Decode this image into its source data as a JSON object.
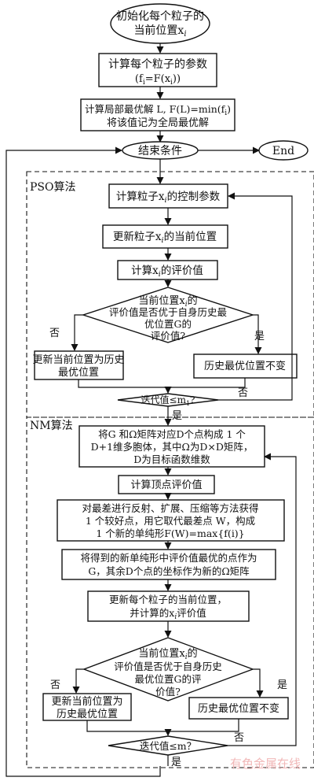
{
  "start": {
    "line1": "初始化每个粒子的",
    "line2": "当前位置x",
    "sub": "i"
  },
  "params": {
    "line1": "计算每个粒子的参数",
    "line2a": "(f",
    "line2b": "=F(x",
    "line2c": "))",
    "sub": "i"
  },
  "local": {
    "line1a": "计算局部最优解 L, F(L)=min(f",
    "line1b": ")",
    "line2": "将该值记为全局最优解",
    "sub": "i"
  },
  "end_cond": "结束条件",
  "end": "End",
  "pso": {
    "label": "PSO算法",
    "calc_a": "计算粒子x",
    "calc_b": "的控制参数",
    "update_a": "更新粒子x",
    "update_b": "的当前位置",
    "eval_a": "计算x",
    "eval_b": "的评价值",
    "sub": "i",
    "decision_l1a": "当前位置x",
    "decision_l1b": "的",
    "decision_l2": "评价值是否优于自身历史最",
    "decision_l3": "优位置G的",
    "decision_l4": "评价值?",
    "no": "否",
    "yes": "是",
    "update_hist_l1": "更新当前位置为历史",
    "update_hist_l2": "最优位置",
    "hist_same": "历史最优位置不变",
    "iter_a": "迭代值≤m",
    "iter_sub": "1",
    "iter_b": "?",
    "iter_no": "否",
    "iter_yes": "是"
  },
  "nm": {
    "label": "NM算法",
    "simplex_l1": "将G 和Ω矩阵对应D个点构成 1 个",
    "simplex_l2": "D+1维多胞体，其中Ω为D×D矩阵，",
    "simplex_l3": "D为目标函数维数",
    "vertex_eval": "计算顶点评价值",
    "reflect_l1": "对最差进行反射、扩展、压缩等方法获得",
    "reflect_l2": "1 个较好点，用它取代最差点 W，构成",
    "reflect_l3": "1 个新的单纯形F(W)=max{f(i)}",
    "best_l1": "将得到的新单纯形中评价值最优的点作为",
    "best_l2": "G，其余D个点的坐标作为新的Ω矩阵",
    "upd_l1": "更新每个粒子的当前位置，",
    "upd_l2a": "并计算的x",
    "upd_l2b": "评价值",
    "sub": "i",
    "decision_l1a": "当前位置x",
    "decision_l1b": "的",
    "decision_l2": "评价值是否优于自身历史",
    "decision_l3": "最优位置G的评",
    "decision_l4": "价值?",
    "no": "否",
    "yes": "是",
    "update_hist_l1": "更新当前位置为",
    "update_hist_l2": "历史最优位置",
    "hist_same": "历史最优位置不变",
    "iter": "迭代值≤m？",
    "iter_no": "否",
    "iter_yes": "是"
  },
  "watermark": "有色金属在线"
}
